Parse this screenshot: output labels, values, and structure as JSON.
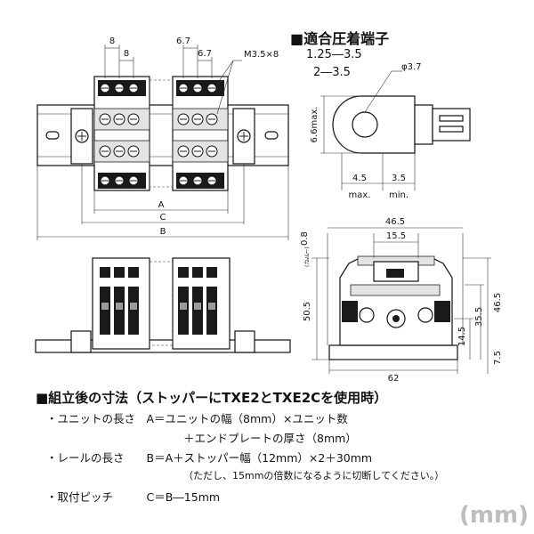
{
  "terminal_section": {
    "title": "■適合圧着端子",
    "sizes": [
      "1.25―3.5",
      "2―3.5"
    ],
    "hole_dia": "φ3.7",
    "height_label": "6.6max.",
    "width_a": "4.5",
    "width_a_note": "max.",
    "width_b": "3.5",
    "width_b_note": "min."
  },
  "top_view": {
    "pitch_labels": [
      "8",
      "8",
      "6.7",
      "6.7"
    ],
    "screw_label": "M3.5×8",
    "dim_a": "A",
    "dim_c": "C",
    "dim_b": "B"
  },
  "side_view": {
    "width_total": "46.5",
    "width_inner": "15.5",
    "cover_label": "0.8",
    "cover_note": "(カバー)",
    "height_left": "50.5",
    "height_right_total": "46.5",
    "height_mid": "35.5",
    "height_low": "14.5",
    "height_rail": "7.5",
    "base_width": "62"
  },
  "assembly": {
    "title": "■組立後の寸法（ストッパーにTXE2とTXE2Cを使用時）",
    "lines": [
      "・ユニットの長さ　A＝ユニットの幅（8mm）×ユニット数",
      "＋エンドプレートの厚さ（8mm）",
      "・レールの長さ　　B＝A＋ストッパー幅（12mm）×2＋30mm",
      "（ただし、15mmの倍数になるように切断してください。）",
      "・取付ピッチ　　　C＝B―15mm"
    ]
  },
  "unit_label": "(mm)"
}
